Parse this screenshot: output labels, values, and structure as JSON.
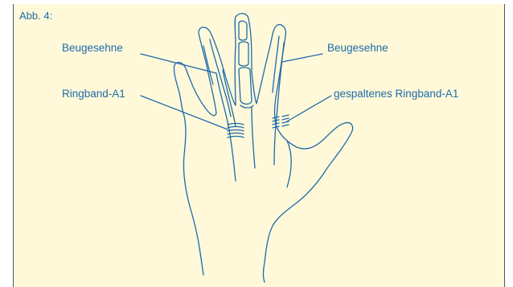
{
  "figure": {
    "label": "Abb. 4:",
    "background": "#fff9da",
    "line_color": "#1e6aa8",
    "labels": {
      "flexor_tendon_left": "Beugesehne",
      "flexor_tendon_right": "Beugesehne",
      "ring_band": "Ringband-A1",
      "split_ring_band": "gespaltenes Ringband-A1"
    }
  }
}
